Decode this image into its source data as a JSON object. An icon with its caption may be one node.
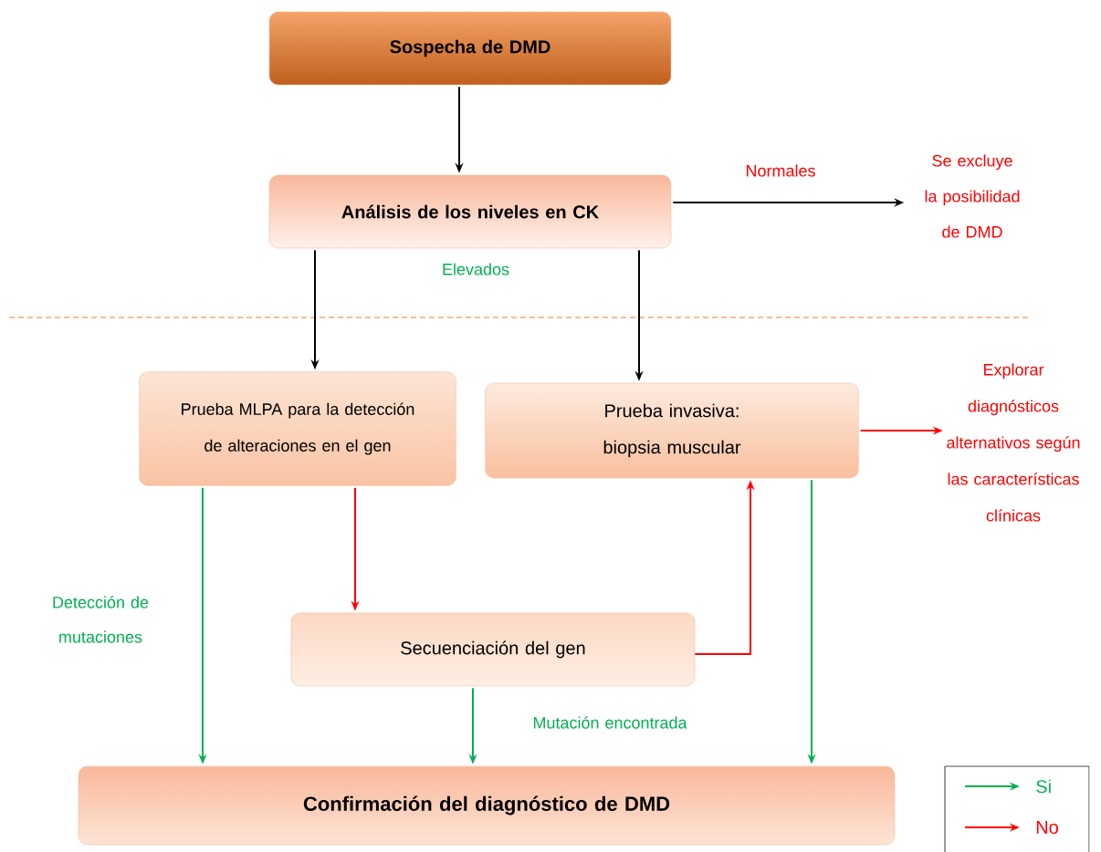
{
  "diagram": {
    "nodes": [
      {
        "text": [
          "Sospecha de DMD"
        ]
      },
      {
        "text": [
          "Análisis de los niveles en CK"
        ]
      },
      {
        "text": [
          "Se excluye la posibilidad de DMD"
        ]
      },
      {
        "text": [
          "Prueba MLPA para la detección de alteraciones en el gen"
        ]
      },
      {
        "text": [
          "Prueba invasiva: biopsia muscular"
        ]
      },
      {
        "text": [
          "Explorar diagnósticos alternativos según las características clínicas"
        ]
      },
      {
        "text": [
          "Secuenciación del gen"
        ]
      },
      {
        "text": [
          "Confirmación del diagnóstico de DMD"
        ]
      }
    ],
    "edges": [
      {
        "from": 0,
        "to": 1,
        "arrow": "to"
      },
      {
        "from": 1,
        "to": 2,
        "arrow": "to",
        "label": "Normales"
      },
      {
        "from": 1,
        "to": 3,
        "arrow": "to"
      },
      {
        "from": 1,
        "to": 4,
        "arrow": "to"
      },
      {
        "from": 4,
        "to": 5,
        "arrow": "to",
        "color": "#ff0000"
      },
      {
        "from": 3,
        "to": 6,
        "arrow": "to",
        "color": "#ff0000"
      },
      {
        "from": 6,
        "to": 4,
        "arrow": "to",
        "color": "#ff0000"
      },
      {
        "from": 3,
        "to": 7,
        "arrow": "to",
        "color": "#00b050",
        "label": "Detección de mutaciones"
      },
      {
        "from": 6,
        "to": 7,
        "arrow": "to",
        "color": "#00b050",
        "label": "Mutación encontrada"
      },
      {
        "from": 4,
        "to": 7,
        "arrow": "to",
        "color": "#00b050"
      }
    ],
    "labels": [
      "Elevados"
    ],
    "legend": [
      {
        "text": "Si"
      },
      {
        "text": "No"
      }
    ]
  }
}
